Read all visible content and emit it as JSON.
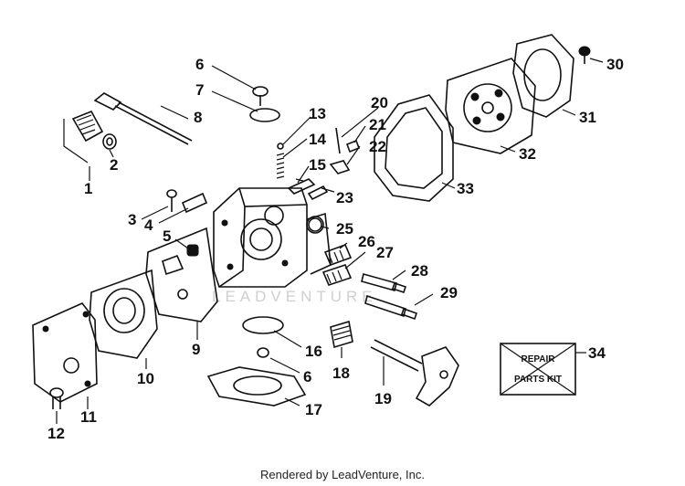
{
  "diagram": {
    "callouts": [
      {
        "id": "1",
        "label": "1"
      },
      {
        "id": "2",
        "label": "2"
      },
      {
        "id": "3",
        "label": "3"
      },
      {
        "id": "4",
        "label": "4"
      },
      {
        "id": "5",
        "label": "5"
      },
      {
        "id": "6a",
        "label": "6"
      },
      {
        "id": "6b",
        "label": "6"
      },
      {
        "id": "7",
        "label": "7"
      },
      {
        "id": "8",
        "label": "8"
      },
      {
        "id": "9",
        "label": "9"
      },
      {
        "id": "10",
        "label": "10"
      },
      {
        "id": "11",
        "label": "11"
      },
      {
        "id": "12",
        "label": "12"
      },
      {
        "id": "13",
        "label": "13"
      },
      {
        "id": "14",
        "label": "14"
      },
      {
        "id": "15",
        "label": "15"
      },
      {
        "id": "16",
        "label": "16"
      },
      {
        "id": "17",
        "label": "17"
      },
      {
        "id": "18",
        "label": "18"
      },
      {
        "id": "19",
        "label": "19"
      },
      {
        "id": "20",
        "label": "20"
      },
      {
        "id": "21",
        "label": "21"
      },
      {
        "id": "22",
        "label": "22"
      },
      {
        "id": "23",
        "label": "23"
      },
      {
        "id": "25",
        "label": "25"
      },
      {
        "id": "26",
        "label": "26"
      },
      {
        "id": "27",
        "label": "27"
      },
      {
        "id": "28",
        "label": "28"
      },
      {
        "id": "29",
        "label": "29"
      },
      {
        "id": "30",
        "label": "30"
      },
      {
        "id": "31",
        "label": "31"
      },
      {
        "id": "32",
        "label": "32"
      },
      {
        "id": "33",
        "label": "33"
      },
      {
        "id": "34",
        "label": "34"
      }
    ],
    "kit_box": {
      "line1": "REPAIR",
      "line2": "PARTS KIT"
    },
    "watermark": "LEADVENTURE"
  },
  "footer": {
    "text": "Rendered by LeadVenture, Inc."
  }
}
